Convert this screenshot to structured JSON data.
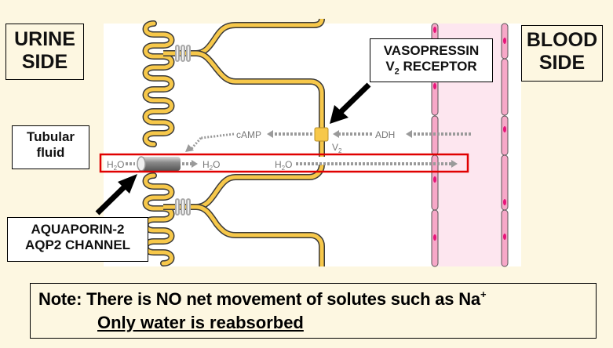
{
  "labels": {
    "urine_side_line1": "URINE",
    "urine_side_line2": "SIDE",
    "blood_side_line1": "BLOOD",
    "blood_side_line2": "SIDE",
    "tubular_line1": "Tubular",
    "tubular_line2": "fluid",
    "aquaporin_line1": "AQUAPORIN-2",
    "aquaporin_line2": "AQP2 CHANNEL",
    "vasopressin_line1": "VASOPRESSIN",
    "vasopressin_line2_prefix": "V",
    "vasopressin_line2_sub": "2",
    "vasopressin_line2_suffix": " RECEPTOR"
  },
  "diagram": {
    "camp_label": "cAMP",
    "adh_label": "ADH",
    "v2_label": "V",
    "v2_sub": "2",
    "h2o_left": "H",
    "h2o_mid": "H",
    "h2o_right": "H",
    "h2o_sub": "2",
    "h2o_suffix": "O",
    "colors": {
      "membrane": "#f7c84a",
      "membrane_outline": "#3a3a3a",
      "blood_vessel": "#fde6ef",
      "endothelial": "#f7a8c8",
      "nucleus": "#e8147a",
      "highlight_box": "#e00000",
      "arrow_gray": "#9a9a9a"
    }
  },
  "note": {
    "line1_prefix": "Note:  There is NO net movement of solutes such as Na",
    "line1_sup": "+",
    "line2": "Only water is reabsorbed"
  }
}
